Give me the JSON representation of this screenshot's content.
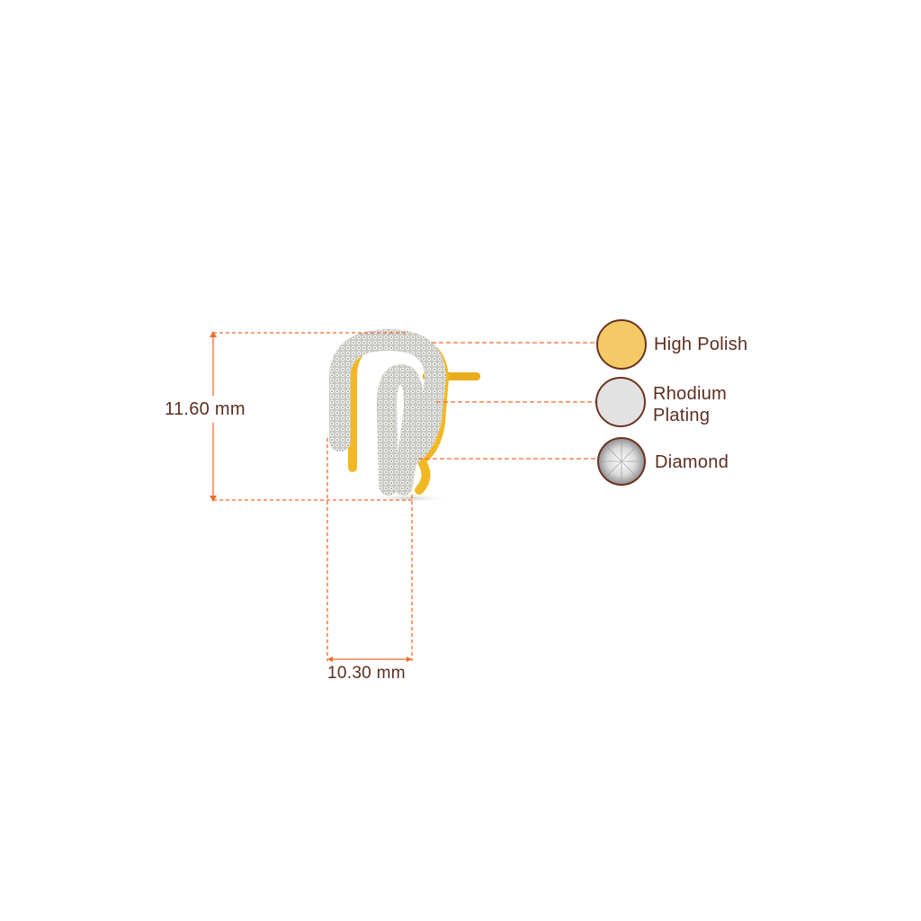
{
  "dimensions": {
    "height_label": "11.60 mm",
    "width_label": "10.30 mm"
  },
  "legend": [
    {
      "label": "High Polish",
      "swatch_color": "#f5c965",
      "icon": "gold-swatch-icon"
    },
    {
      "label_line1": "Rhodium",
      "label_line2": "Plating",
      "swatch_color": "#e2e2e2",
      "icon": "rhodium-swatch-icon"
    },
    {
      "label": "Diamond",
      "swatch_color": "#d8d8d8",
      "icon": "diamond-swatch-icon"
    }
  ],
  "colors": {
    "dimension_line": "#f26a2a",
    "text": "#5b2e1f",
    "swatch_border": "#6b3420",
    "gold": "#f2b824"
  }
}
